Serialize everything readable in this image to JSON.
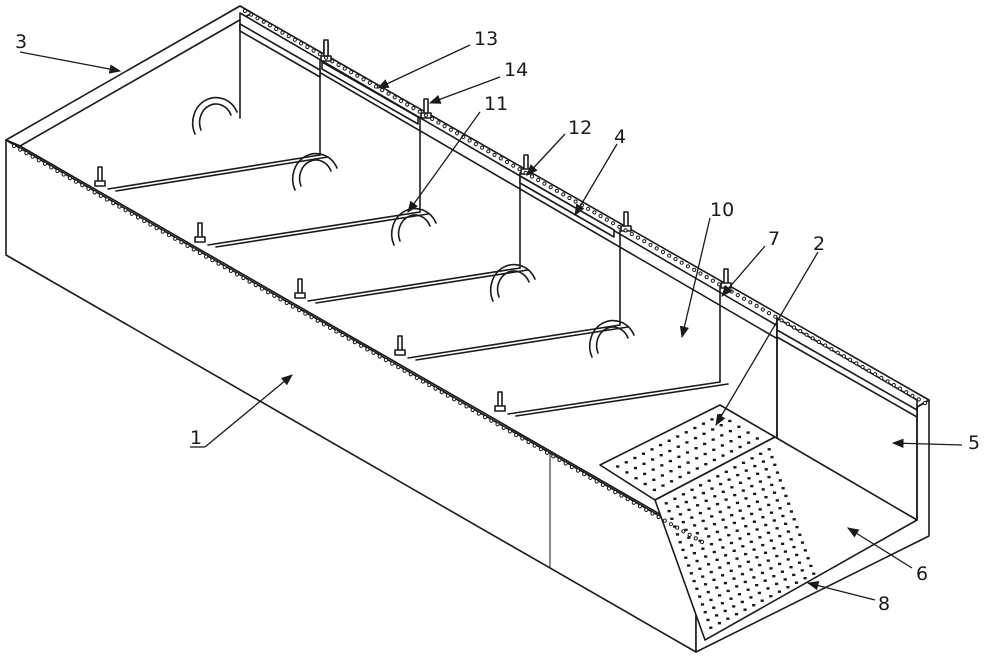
{
  "figure": {
    "labels": {
      "l1": "1",
      "l2": "2",
      "l3": "3",
      "l4": "4",
      "l5": "5",
      "l6": "6",
      "l7": "7",
      "l8": "8",
      "l10": "10",
      "l11": "11",
      "l12": "12",
      "l13": "13",
      "l14": "14"
    }
  }
}
